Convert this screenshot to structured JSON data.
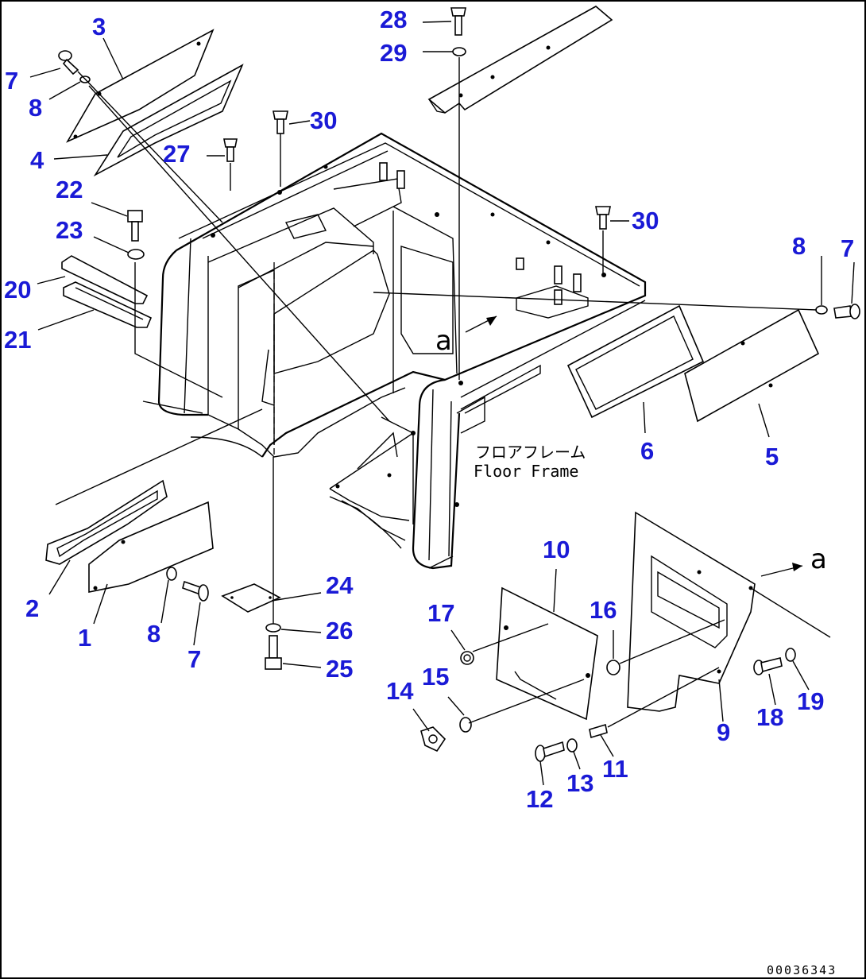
{
  "callouts": [
    {
      "id": "1",
      "text": "1"
    },
    {
      "id": "2",
      "text": "2"
    },
    {
      "id": "3",
      "text": "3"
    },
    {
      "id": "4",
      "text": "4"
    },
    {
      "id": "5",
      "text": "5"
    },
    {
      "id": "6",
      "text": "6"
    },
    {
      "id": "7a",
      "text": "7"
    },
    {
      "id": "7b",
      "text": "7"
    },
    {
      "id": "7c",
      "text": "7"
    },
    {
      "id": "8a",
      "text": "8"
    },
    {
      "id": "8b",
      "text": "8"
    },
    {
      "id": "8c",
      "text": "8"
    },
    {
      "id": "9",
      "text": "9"
    },
    {
      "id": "10",
      "text": "10"
    },
    {
      "id": "11",
      "text": "11"
    },
    {
      "id": "12",
      "text": "12"
    },
    {
      "id": "13",
      "text": "13"
    },
    {
      "id": "14",
      "text": "14"
    },
    {
      "id": "15",
      "text": "15"
    },
    {
      "id": "16",
      "text": "16"
    },
    {
      "id": "17",
      "text": "17"
    },
    {
      "id": "18",
      "text": "18"
    },
    {
      "id": "19",
      "text": "19"
    },
    {
      "id": "20",
      "text": "20"
    },
    {
      "id": "21",
      "text": "21"
    },
    {
      "id": "22",
      "text": "22"
    },
    {
      "id": "23",
      "text": "23"
    },
    {
      "id": "24",
      "text": "24"
    },
    {
      "id": "25",
      "text": "25"
    },
    {
      "id": "26",
      "text": "26"
    },
    {
      "id": "27",
      "text": "27"
    },
    {
      "id": "28",
      "text": "28"
    },
    {
      "id": "29",
      "text": "29"
    },
    {
      "id": "30a",
      "text": "30"
    },
    {
      "id": "30b",
      "text": "30"
    }
  ],
  "view_markers": {
    "a1": "a",
    "a2": "a"
  },
  "floor_frame": {
    "japanese": "フロアフレーム",
    "english": "Floor Frame"
  },
  "drawing_code": "00036343",
  "colors": {
    "callout": "#1a1ad6",
    "line": "#000000",
    "background": "#ffffff"
  }
}
